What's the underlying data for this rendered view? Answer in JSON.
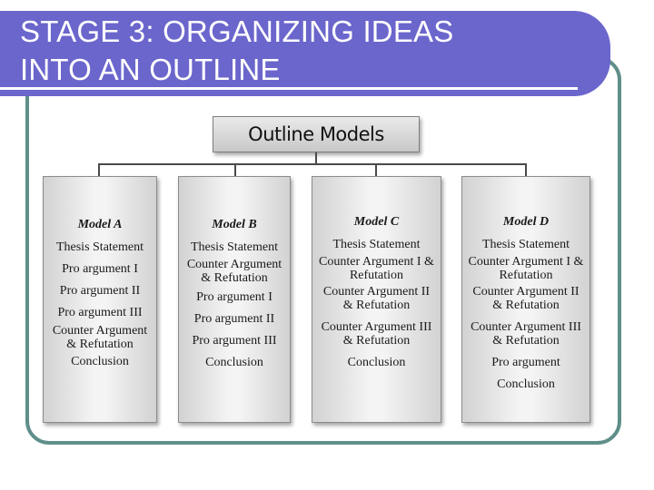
{
  "slide": {
    "title_line1": "STAGE 3: ORGANIZING IDEAS",
    "title_line2": "INTO AN OUTLINE",
    "banner_color": "#6b66cc",
    "frame_color": "#5f8f8a"
  },
  "diagram": {
    "root_label": "Outline Models",
    "models": [
      {
        "title": "Model A",
        "items": [
          "Thesis Statement",
          "Pro argument I",
          "Pro argument II",
          "Pro argument III",
          "Counter Argument & Refutation",
          "Conclusion"
        ]
      },
      {
        "title": "Model B",
        "items": [
          "Thesis Statement",
          "Counter Argument & Refutation",
          "Pro argument I",
          "Pro argument II",
          "Pro argument III",
          "Conclusion"
        ]
      },
      {
        "title": "Model C",
        "items": [
          "Thesis Statement",
          "Counter Argument I & Refutation",
          "Counter Argument II & Refutation",
          "Counter Argument III & Refutation",
          "Conclusion"
        ]
      },
      {
        "title": "Model D",
        "items": [
          "Thesis Statement",
          "Counter Argument I & Refutation",
          "Counter Argument II & Refutation",
          "Counter Argument III & Refutation",
          "Pro argument",
          "Conclusion"
        ]
      }
    ]
  }
}
